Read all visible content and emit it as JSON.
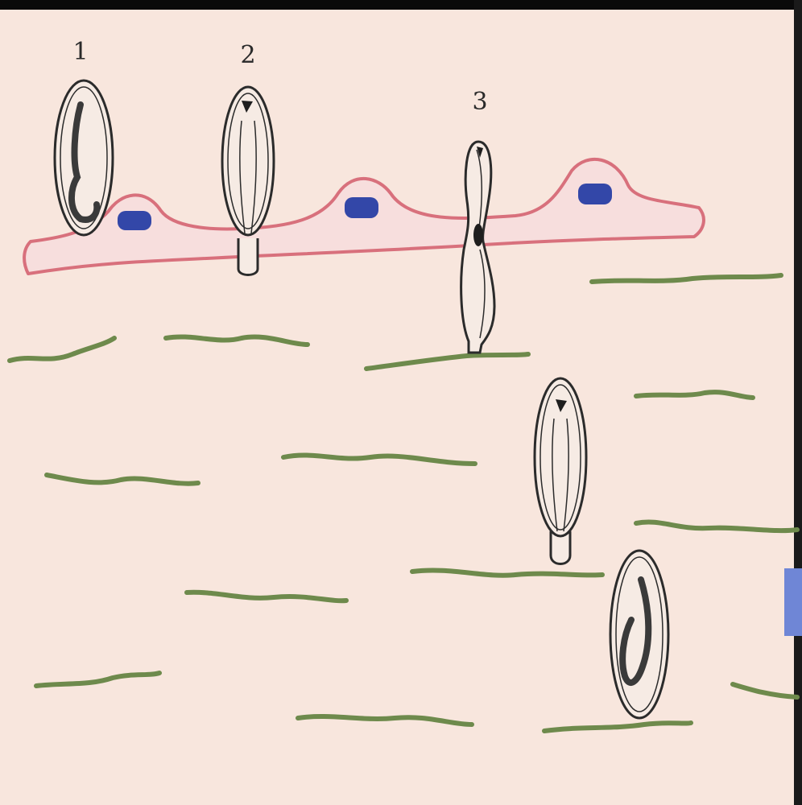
{
  "diagram": {
    "stage_labels": [
      "1",
      "2",
      "3"
    ],
    "colors": {
      "background": "#f8e6dd",
      "epithelium": "#d8707c",
      "nucleus": "#3347a8",
      "fibers": "#6e8a4c",
      "spore_outline": "#2b2b2b",
      "inclusion": "#3a3a3a",
      "blue_tab": "#6f86d6"
    }
  }
}
